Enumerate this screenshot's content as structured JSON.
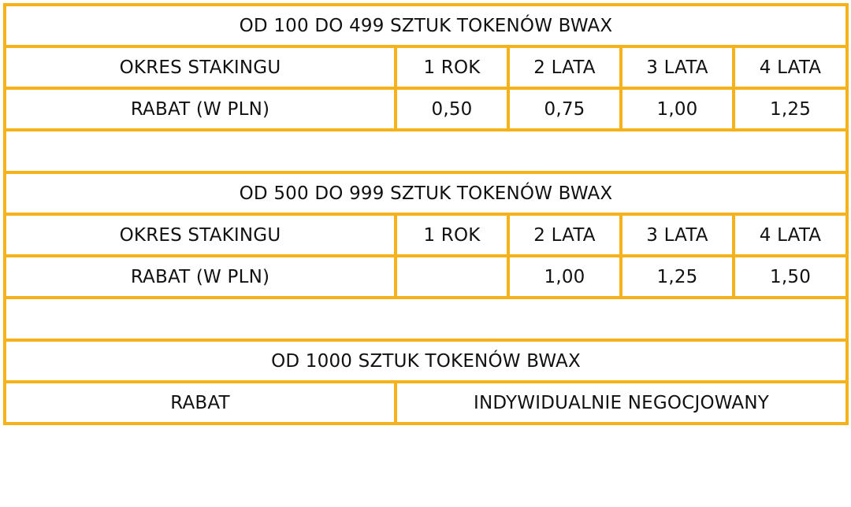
{
  "colors": {
    "border": "#F6B21A",
    "text": "#111111",
    "background": "#ffffff"
  },
  "sections": [
    {
      "title": "OD 100 DO 499 SZTUK TOKENÓW BWAX",
      "period_label": "OKRES STAKINGU",
      "periods": [
        "1 ROK",
        "2 LATA",
        "3 LATA",
        "4 LATA"
      ],
      "discount_label": "RABAT (W PLN)",
      "discounts": [
        "0,50",
        "0,75",
        "1,00",
        "1,25"
      ]
    },
    {
      "title": "OD 500 DO 999 SZTUK TOKENÓW BWAX",
      "period_label": "OKRES STAKINGU",
      "periods": [
        "1 ROK",
        "2 LATA",
        "3 LATA",
        "4 LATA"
      ],
      "discount_label": "RABAT (W PLN)",
      "discounts": [
        "",
        "1,00",
        "1,25",
        "1,50"
      ]
    },
    {
      "title": "OD 1000 SZTUK TOKENÓW BWAX",
      "discount_label": "RABAT",
      "discount_value": "INDYWIDUALNIE NEGOCJOWANY"
    }
  ]
}
